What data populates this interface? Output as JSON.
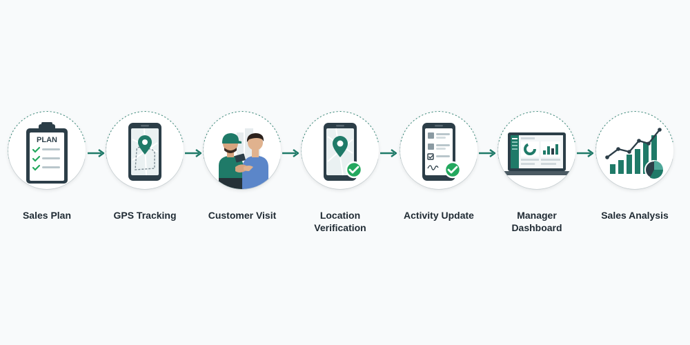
{
  "steps": [
    {
      "label": "Sales Plan",
      "clipboard_text": "PLAN"
    },
    {
      "label": "GPS Tracking"
    },
    {
      "label": "Customer Visit"
    },
    {
      "label": "Location\nVerification"
    },
    {
      "label": "Activity Update"
    },
    {
      "label": "Manager\nDashboard"
    },
    {
      "label": "Sales Analysis"
    }
  ],
  "colors": {
    "accent": "#1f7a68",
    "accent_light": "#4fa89a",
    "success": "#23a85e",
    "dark": "#2c3e48",
    "text": "#1f2a33"
  }
}
